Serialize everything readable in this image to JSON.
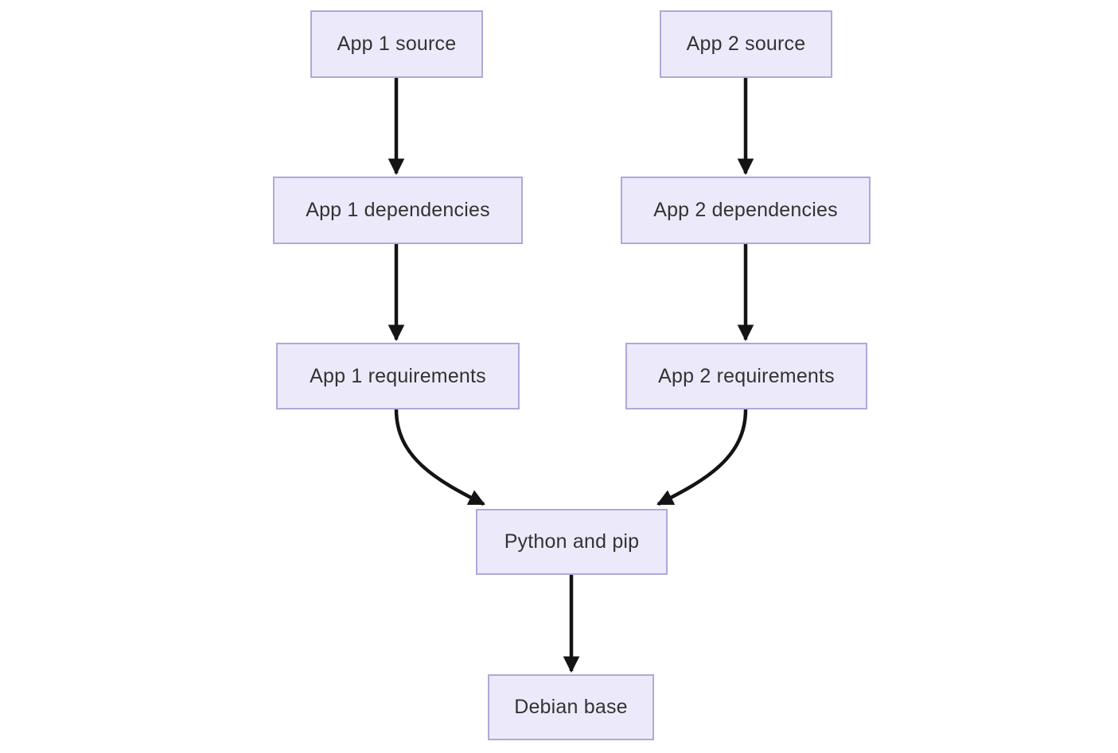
{
  "diagram": {
    "type": "flowchart",
    "direction": "top-down",
    "nodes": [
      {
        "id": "app1-source",
        "label": "App 1 source"
      },
      {
        "id": "app1-dependencies",
        "label": "App 1 dependencies"
      },
      {
        "id": "app1-requirements",
        "label": "App 1 requirements"
      },
      {
        "id": "app2-source",
        "label": "App 2 source"
      },
      {
        "id": "app2-dependencies",
        "label": "App 2 dependencies"
      },
      {
        "id": "app2-requirements",
        "label": "App 2 requirements"
      },
      {
        "id": "python-and-pip",
        "label": "Python and pip"
      },
      {
        "id": "debian-base",
        "label": "Debian base"
      }
    ],
    "edges": [
      {
        "from": "app1-source",
        "to": "app1-dependencies"
      },
      {
        "from": "app1-dependencies",
        "to": "app1-requirements"
      },
      {
        "from": "app1-requirements",
        "to": "python-and-pip"
      },
      {
        "from": "app2-source",
        "to": "app2-dependencies"
      },
      {
        "from": "app2-dependencies",
        "to": "app2-requirements"
      },
      {
        "from": "app2-requirements",
        "to": "python-and-pip"
      },
      {
        "from": "python-and-pip",
        "to": "debian-base"
      }
    ],
    "colors": {
      "node_fill": "#ECEAFA",
      "node_border": "#B0A8DA",
      "node_text": "#333333",
      "edge": "#141414",
      "background": "#FFFFFF"
    }
  }
}
